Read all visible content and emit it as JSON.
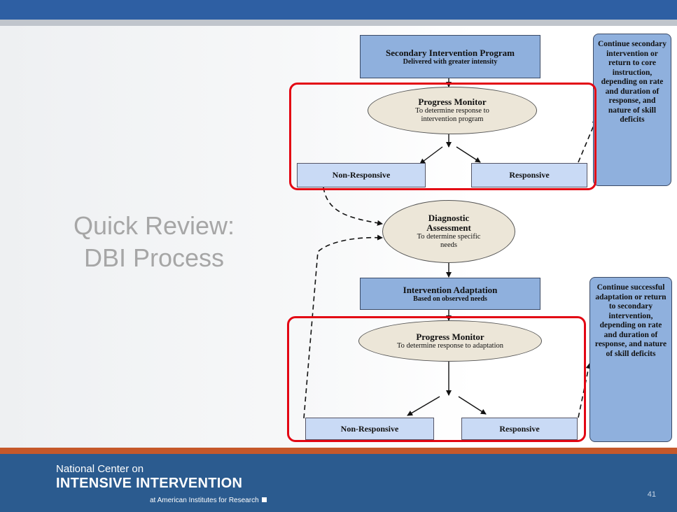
{
  "slide": {
    "title_line1": "Quick Review:",
    "title_line2": "DBI Process",
    "page_number": "41"
  },
  "footer": {
    "line1": "National Center on",
    "line2": "INTENSIVE INTERVENTION",
    "line3": "at American Institutes for Research"
  },
  "diagram": {
    "secondary": {
      "title": "Secondary Intervention Program",
      "subtitle": "Delivered with greater intensity"
    },
    "pm1": {
      "title": "Progress Monitor",
      "subtitle": "To determine response to intervention program"
    },
    "nonresp1": "Non-Responsive",
    "resp1": "Responsive",
    "side1": "Continue secondary intervention or return to core instruction, depending on rate and duration of response, and nature of skill deficits",
    "diagnostic": {
      "title": "Diagnostic Assessment",
      "subtitle": "To determine specific needs"
    },
    "adaptation": {
      "title": "Intervention Adaptation",
      "subtitle": "Based on observed needs"
    },
    "pm2": {
      "title": "Progress Monitor",
      "subtitle": "To determine response to adaptation"
    },
    "nonresp2": "Non-Responsive",
    "resp2": "Responsive",
    "side2": "Continue successful adaptation or return to secondary intervention, depending on rate and duration of response, and nature of skill deficits"
  },
  "colors": {
    "topbar": "#2e5fa3",
    "footer": "#2b5b8f",
    "accent_orange": "#c5582a",
    "box_blue": "#8fb0dd",
    "highlight_red": "#e30613"
  }
}
